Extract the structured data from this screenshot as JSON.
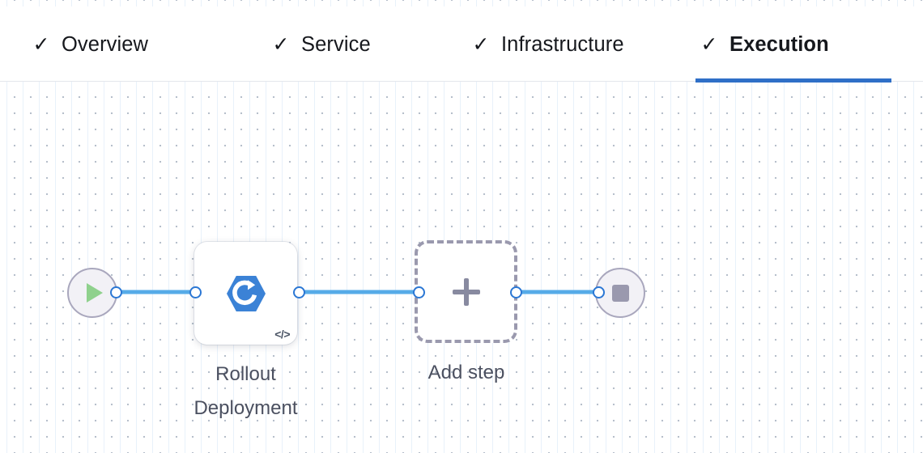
{
  "header": {
    "tabs": [
      {
        "label": "Overview",
        "icon": "check-icon",
        "complete": true,
        "active": false
      },
      {
        "label": "Service",
        "icon": "check-icon",
        "complete": true,
        "active": false
      },
      {
        "label": "Infrastructure",
        "icon": "check-icon",
        "complete": true,
        "active": false
      },
      {
        "label": "Execution",
        "icon": "check-icon",
        "complete": true,
        "active": true
      }
    ],
    "check_glyph": "✓",
    "active_underline_color": "#2f6fc7"
  },
  "canvas": {
    "nodes": [
      {
        "id": "start",
        "type": "start-node",
        "icon": "play-icon",
        "label": ""
      },
      {
        "id": "step-1",
        "type": "step-node",
        "icon": "rollout-deployment-icon",
        "badge": "</>",
        "label": "Rollout\nDeployment"
      },
      {
        "id": "add",
        "type": "add-node",
        "icon": "plus-icon",
        "label": "Add step"
      },
      {
        "id": "end",
        "type": "end-node",
        "icon": "stop-icon",
        "label": ""
      }
    ],
    "edges": [
      {
        "from": "start",
        "to": "step-1"
      },
      {
        "from": "step-1",
        "to": "add"
      },
      {
        "from": "add",
        "to": "end"
      }
    ],
    "colors": {
      "edge": "#56abe8",
      "handle_border": "#2b77d4",
      "terminal_border": "#a9a7bd",
      "terminal_fill": "#f2f1f6",
      "play": "#8fd18d",
      "stop": "#9a99ae",
      "dashed_border": "#9a99ae",
      "step_icon": "#3b82d6",
      "caption_text": "#4b5060"
    }
  }
}
